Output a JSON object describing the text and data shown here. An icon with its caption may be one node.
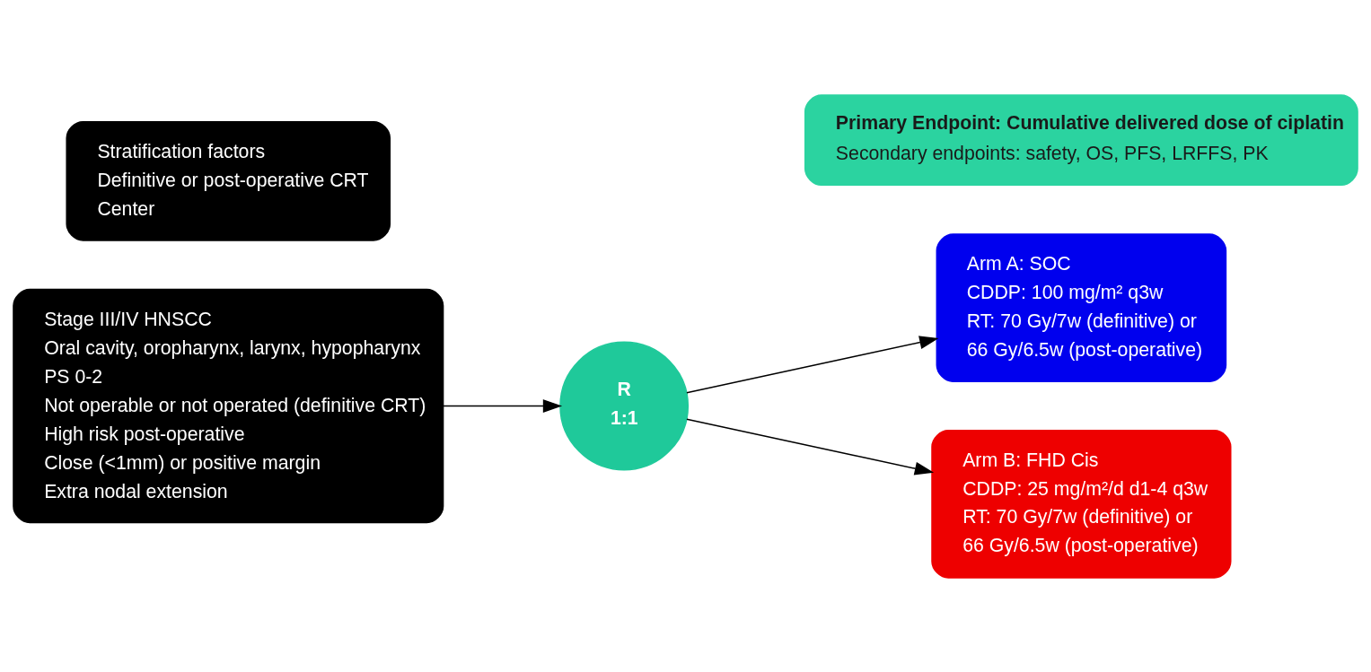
{
  "diagram": {
    "nodes": [
      {
        "text": [
          "Stage III/IV HNSCC",
          "Oral cavity, oropharynx, larynx, hypopharynx",
          "PS 0-2",
          "Not operable or not operated (definitive CRT)",
          "High risk post-operative",
          "Close (<1mm) or positive margin",
          "Extra nodal extension"
        ]
      },
      {
        "text": [
          "R",
          "1:1"
        ]
      },
      {
        "text": [
          "Arm A: SOC",
          "CDDP: 100 mg/m² q3w",
          "RT: 70 Gy/7w (definitive) or",
          "66 Gy/6.5w (post-operative)"
        ]
      },
      {
        "text": [
          "Arm B: FHD Cis",
          "CDDP: 25 mg/m²/d d1-4 q3w",
          "RT: 70 Gy/7w (definitive) or",
          "66 Gy/6.5w (post-operative)"
        ]
      },
      {
        "text": [
          "Stratification factors",
          "Definitive or post-operative CRT",
          "Center"
        ]
      },
      {
        "text": [
          "Primary Endpoint: Cumulative delivered dose of ciplatin",
          "Secondary endpoints: safety, OS, PFS, LRFFS, PK"
        ]
      }
    ],
    "edges": [
      {
        "from": 0,
        "to": 1,
        "arrow": "to"
      },
      {
        "from": 1,
        "to": 2,
        "arrow": "to"
      },
      {
        "from": 1,
        "to": 3,
        "arrow": "to"
      }
    ]
  }
}
